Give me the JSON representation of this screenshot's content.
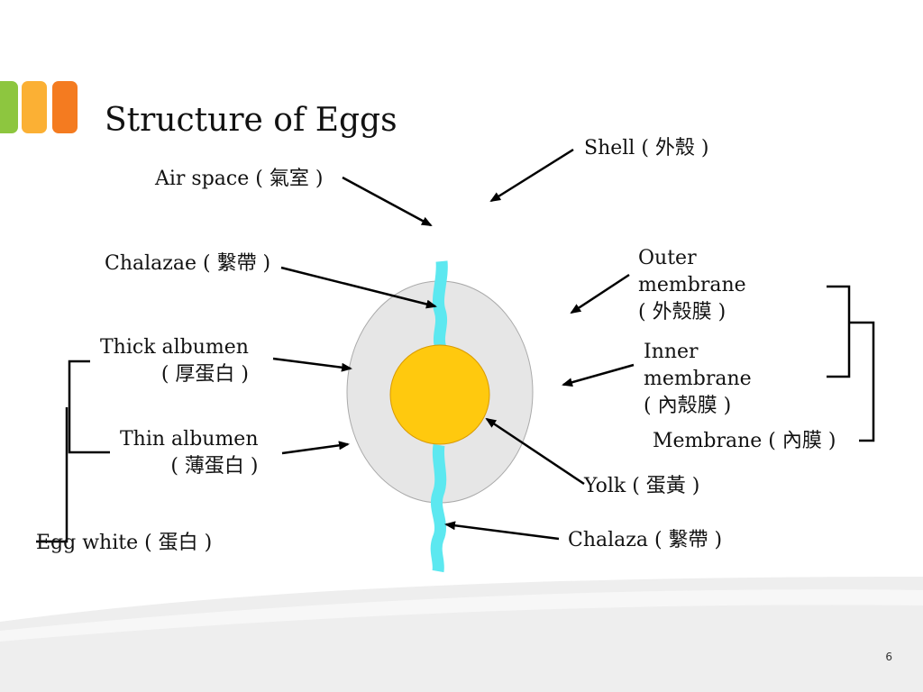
{
  "slide": {
    "title": "Structure of Eggs",
    "page_number": "6",
    "accent_colors": [
      "#8dc63f",
      "#fbb034",
      "#f47b20"
    ]
  },
  "egg": {
    "albumen_color": "#e6e6e6",
    "albumen_outline": "#aaaaaa",
    "yolk_color": "#ffc90e",
    "yolk_outline": "#d99a00",
    "chalaza_color": "#5ce8f0"
  },
  "labels": {
    "air_space": "Air space ( 氣室 )",
    "shell": "Shell ( 外殼 )",
    "chalazae": "Chalazae ( 繫帶 )",
    "outer_membrane": [
      "Outer",
      "membrane",
      "( 外殼膜 )"
    ],
    "thick_albumen": [
      "Thick albumen",
      "( 厚蛋白 )"
    ],
    "inner_membrane": [
      "Inner",
      "membrane",
      "( 內殼膜 )"
    ],
    "thin_albumen": [
      "Thin albumen",
      "( 薄蛋白 )"
    ],
    "membrane": "Membrane ( 內膜 )",
    "yolk": "Yolk ( 蛋黃 )",
    "egg_white": "Egg white ( 蛋白 )",
    "chalaza": "Chalaza ( 繫帶 )"
  }
}
